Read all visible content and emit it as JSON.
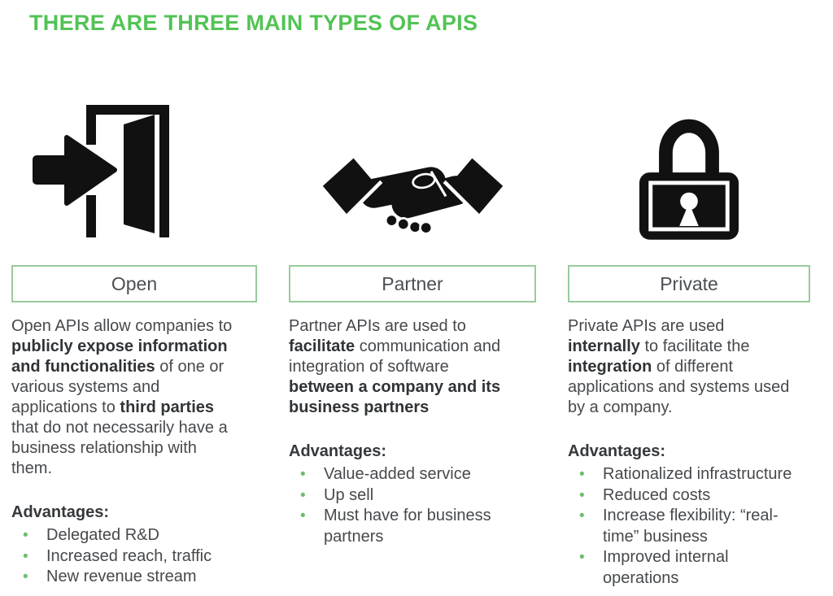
{
  "title": "THERE ARE THREE MAIN TYPES OF APIS",
  "colors": {
    "title_green": "#53c355",
    "box_border_green": "#98cb9b",
    "bullet_green": "#6cbe6c",
    "body_text": "#46494c",
    "bold_text": "#303437",
    "icon_black": "#111111"
  },
  "columns": [
    {
      "id": "open",
      "icon": "door-enter-icon",
      "name": "Open",
      "description_parts": [
        {
          "text": "Open APIs allow companies to ",
          "bold": false
        },
        {
          "text": "publicly expose information and functionalities",
          "bold": true
        },
        {
          "text": " of one or various systems and applications to ",
          "bold": false
        },
        {
          "text": "third parties",
          "bold": true
        },
        {
          "text": " that do not necessarily have a business relationship with them.",
          "bold": false
        }
      ],
      "advantages_label": "Advantages:",
      "advantages": [
        "Delegated R&D",
        "Increased reach, traffic",
        "New revenue stream"
      ]
    },
    {
      "id": "partner",
      "icon": "handshake-icon",
      "name": "Partner",
      "description_parts": [
        {
          "text": "Partner APIs are used to ",
          "bold": false
        },
        {
          "text": "facilitate",
          "bold": true
        },
        {
          "text": " communication and integration of software ",
          "bold": false
        },
        {
          "text": "between a company and its business partners",
          "bold": true
        }
      ],
      "advantages_label": "Advantages:",
      "advantages": [
        "Value-added service",
        "Up sell",
        "Must have for business partners"
      ]
    },
    {
      "id": "private",
      "icon": "padlock-icon",
      "name": "Private",
      "description_parts": [
        {
          "text": "Private APIs are used ",
          "bold": false
        },
        {
          "text": "internally",
          "bold": true
        },
        {
          "text": " to facilitate the ",
          "bold": false
        },
        {
          "text": "integration",
          "bold": true
        },
        {
          "text": " of different applications and systems used by a company.",
          "bold": false
        }
      ],
      "advantages_label": "Advantages:",
      "advantages": [
        "Rationalized infrastructure",
        "Reduced costs",
        "Increase flexibility: “real-time” business",
        "Improved internal operations"
      ]
    }
  ]
}
